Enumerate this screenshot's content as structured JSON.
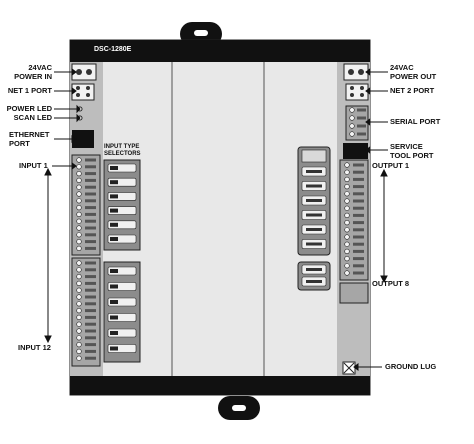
{
  "device": {
    "model": "DSC-1280E",
    "section_label": "INPUT TYPE\nSELECTORS"
  },
  "callouts": {
    "left": [
      {
        "text": "24VAC\nPOWER IN"
      },
      {
        "text": "NET 1 PORT"
      },
      {
        "text": "POWER LED"
      },
      {
        "text": "SCAN LED"
      },
      {
        "text": "ETHERNET\nPORT"
      },
      {
        "text": "INPUT 1"
      },
      {
        "text": "INPUT 12"
      }
    ],
    "right": [
      {
        "text": "24VAC\nPOWER OUT"
      },
      {
        "text": "NET 2 PORT"
      },
      {
        "text": "SERIAL PORT"
      },
      {
        "text": "SERVICE\nTOOL PORT"
      },
      {
        "text": "OUTPUT 1"
      },
      {
        "text": "OUTPUT 8"
      },
      {
        "text": "GROUND LUG"
      }
    ]
  },
  "colors": {
    "body": "#e8e8e8",
    "rail": "#111111",
    "terminal_strip": "#9a9a9a",
    "switch_bank": "#8c8c8c",
    "outline": "#222222"
  }
}
